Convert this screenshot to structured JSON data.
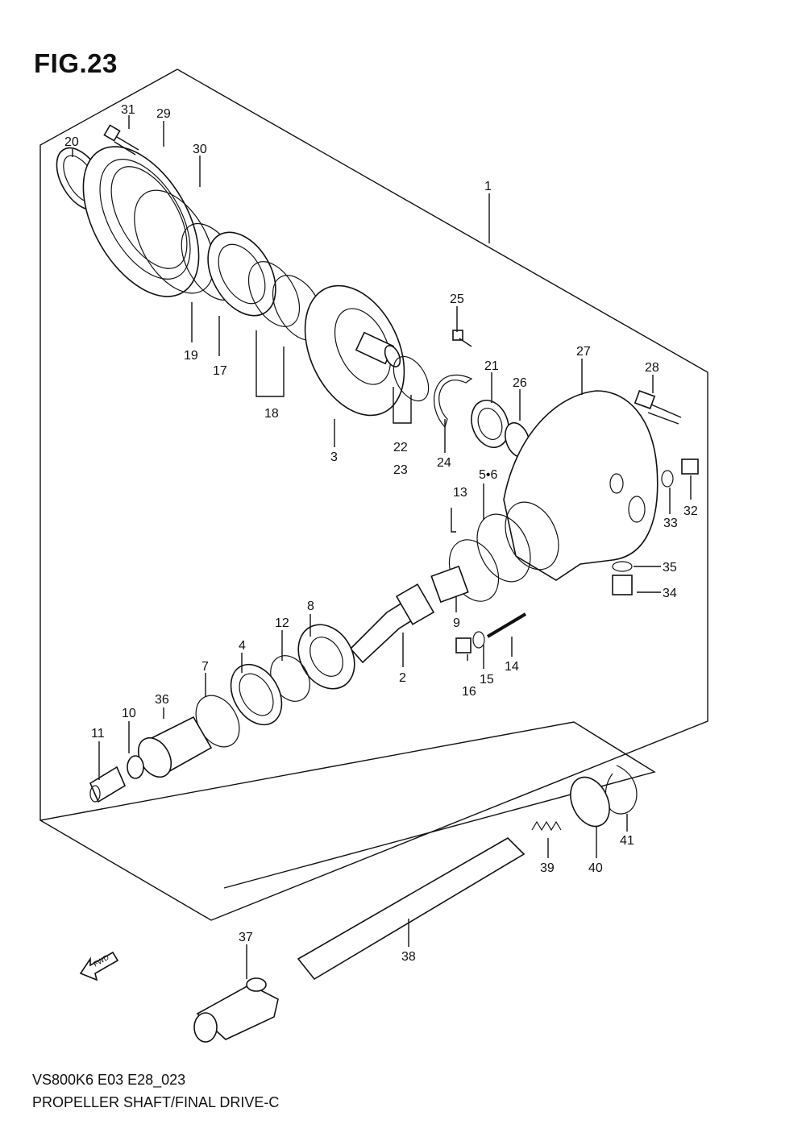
{
  "figure": {
    "title": "FIG.23",
    "model_code": "VS800K6 E03 E28_023",
    "caption": "PROPELLER SHAFT/FINAL DRIVE-C",
    "fwd_label": "FWD"
  },
  "callouts": {
    "c1": "1",
    "c2": "2",
    "c3": "3",
    "c4": "4",
    "c56": "5•6",
    "c7": "7",
    "c8": "8",
    "c9": "9",
    "c10": "10",
    "c11": "11",
    "c12": "12",
    "c13": "13",
    "c14": "14",
    "c15": "15",
    "c16": "16",
    "c17": "17",
    "c18": "18",
    "c19": "19",
    "c20": "20",
    "c21": "21",
    "c22": "22",
    "c23": "23",
    "c24": "24",
    "c25": "25",
    "c26": "26",
    "c27": "27",
    "c28": "28",
    "c29": "29",
    "c30": "30",
    "c31": "31",
    "c32": "32",
    "c33": "33",
    "c34": "34",
    "c35": "35",
    "c36": "36",
    "c37": "37",
    "c38": "38",
    "c39": "39",
    "c40": "40",
    "c41": "41"
  }
}
